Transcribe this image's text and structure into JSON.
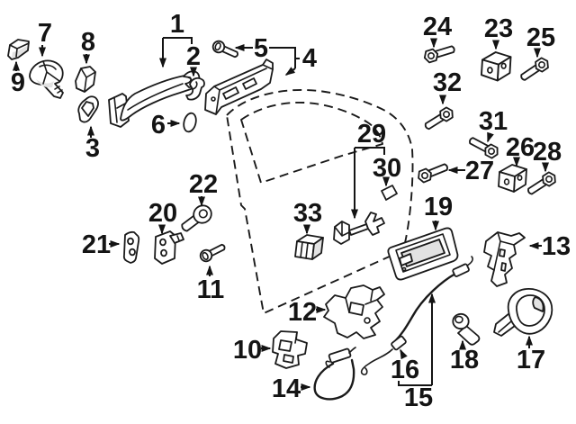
{
  "colors": {
    "background": "#ffffff",
    "line": "#141414"
  },
  "callouts": [
    {
      "label": "1"
    },
    {
      "label": "2"
    },
    {
      "label": "3"
    },
    {
      "label": "4"
    },
    {
      "label": "5"
    },
    {
      "label": "6"
    },
    {
      "label": "7"
    },
    {
      "label": "8"
    },
    {
      "label": "9"
    },
    {
      "label": "10"
    },
    {
      "label": "11"
    },
    {
      "label": "12"
    },
    {
      "label": "13"
    },
    {
      "label": "14"
    },
    {
      "label": "15"
    },
    {
      "label": "16"
    },
    {
      "label": "17"
    },
    {
      "label": "18"
    },
    {
      "label": "19"
    },
    {
      "label": "20"
    },
    {
      "label": "21"
    },
    {
      "label": "22"
    },
    {
      "label": "23"
    },
    {
      "label": "24"
    },
    {
      "label": "25"
    },
    {
      "label": "26"
    },
    {
      "label": "27"
    },
    {
      "label": "28"
    },
    {
      "label": "29"
    },
    {
      "label": "30"
    },
    {
      "label": "31"
    },
    {
      "label": "32"
    },
    {
      "label": "33"
    }
  ]
}
